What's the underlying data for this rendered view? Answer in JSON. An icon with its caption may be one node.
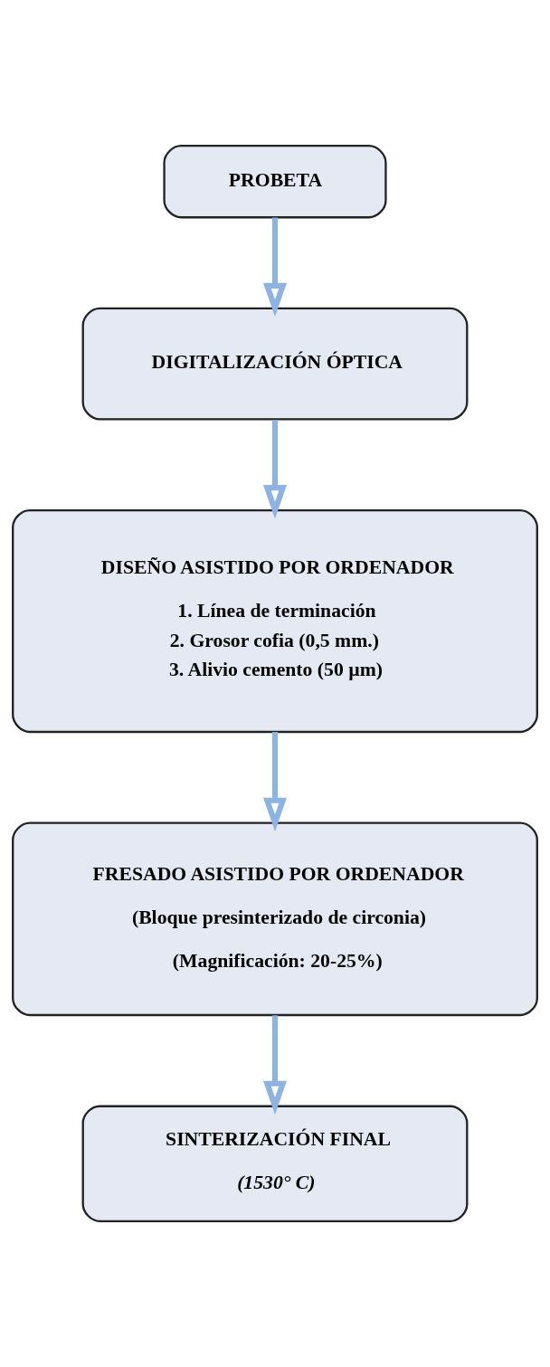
{
  "diagram": {
    "nodes": [
      {
        "text": [
          "PROBETA"
        ]
      },
      {
        "text": [
          "DIGITALIZACIÓN ÓPTICA"
        ]
      },
      {
        "text": [
          "DISEÑO ASISTIDO POR ORDENADOR",
          "1. Línea de terminación",
          "2. Grosor cofia (0,5 mm.)",
          "3. Alivio cemento (50 µm)"
        ]
      },
      {
        "text": [
          "FRESADO ASISTIDO POR ORDENADOR",
          "(Bloque presinterizado de circonia)",
          "(Magnificación: 20-25%)"
        ]
      },
      {
        "text": [
          "SINTERIZACIÓN FINAL",
          "(1530° C)"
        ]
      }
    ],
    "edges": [
      {
        "from": 0,
        "to": 1,
        "arrow": "to"
      },
      {
        "from": 1,
        "to": 2,
        "arrow": "to"
      },
      {
        "from": 2,
        "to": 3,
        "arrow": "to"
      },
      {
        "from": 3,
        "to": 4,
        "arrow": "to"
      }
    ]
  }
}
